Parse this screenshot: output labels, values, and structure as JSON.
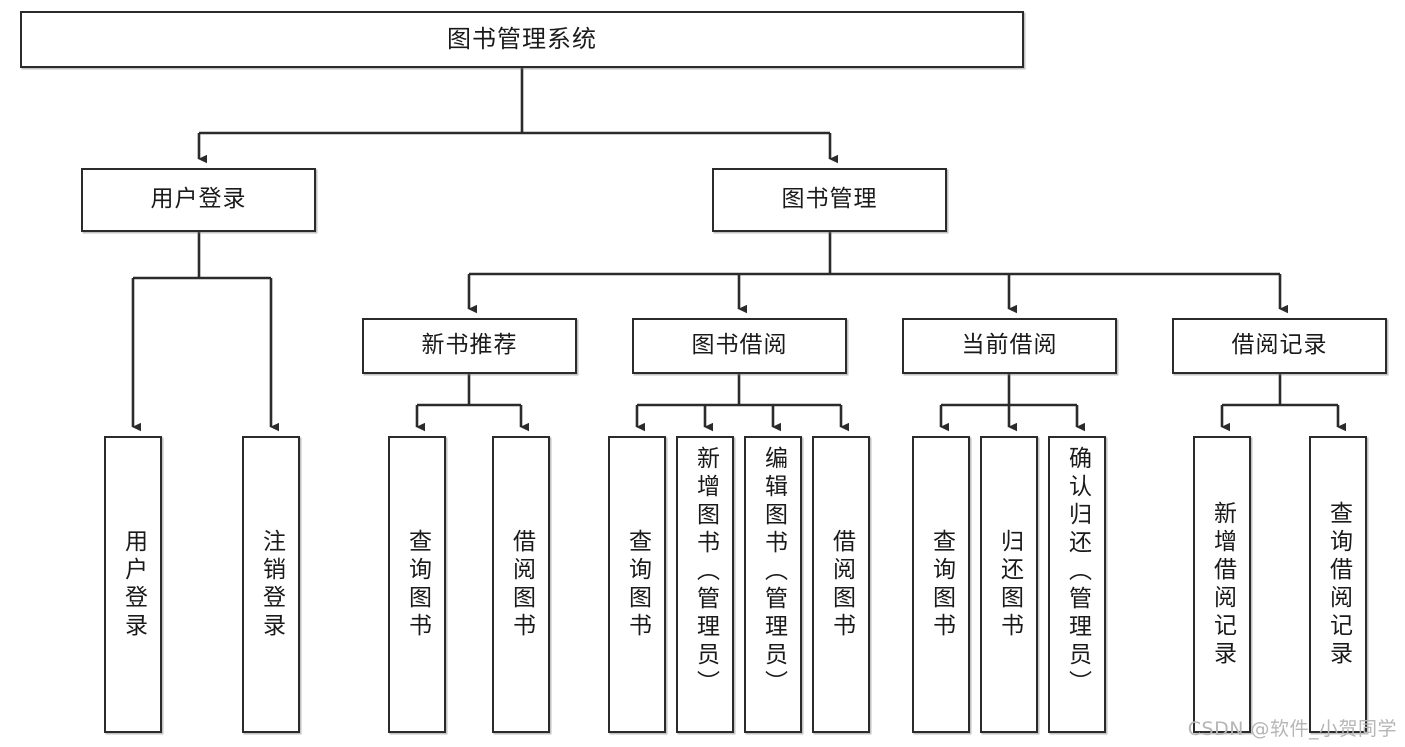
{
  "diagram": {
    "title": "图书管理系统",
    "type": "tree-hierarchy-chart",
    "watermark": "CSDN @软件_小贺同学",
    "colors": {
      "stroke": "#2b2b2b",
      "fill": "#ffffff",
      "text": "#1a1a1a",
      "watermark": "#b6b6b6"
    },
    "nodes": {
      "root": {
        "label": "图书管理系统"
      },
      "level2": [
        {
          "id": "user-login",
          "label": "用户登录"
        },
        {
          "id": "book-management",
          "label": "图书管理"
        }
      ],
      "level3": [
        {
          "id": "new-book-recommend",
          "label": "新书推荐"
        },
        {
          "id": "book-borrow",
          "label": "图书借阅"
        },
        {
          "id": "current-borrow",
          "label": "当前借阅"
        },
        {
          "id": "borrow-record",
          "label": "借阅记录"
        }
      ],
      "leaves": {
        "user_login": [
          {
            "id": "leaf-user-login",
            "label": "用户登录"
          },
          {
            "id": "leaf-logout-login",
            "label": "注销登录"
          }
        ],
        "new_book_recommend": [
          {
            "id": "leaf-query-book-1",
            "label": "查询图书"
          },
          {
            "id": "leaf-borrow-book-1",
            "label": "借阅图书"
          }
        ],
        "book_borrow": [
          {
            "id": "leaf-query-book-2",
            "label": "查询图书"
          },
          {
            "id": "leaf-add-book",
            "label": "新增图书（管理员）"
          },
          {
            "id": "leaf-edit-book",
            "label": "编辑图书（管理员）"
          },
          {
            "id": "leaf-borrow-book-2",
            "label": "借阅图书"
          }
        ],
        "current_borrow": [
          {
            "id": "leaf-query-book-3",
            "label": "查询图书"
          },
          {
            "id": "leaf-return-book",
            "label": "归还图书"
          },
          {
            "id": "leaf-confirm-return",
            "label": "确认归还（管理员）"
          }
        ],
        "borrow_record": [
          {
            "id": "leaf-add-record",
            "label": "新增借阅记录"
          },
          {
            "id": "leaf-query-record",
            "label": "查询借阅记录"
          }
        ]
      }
    }
  }
}
